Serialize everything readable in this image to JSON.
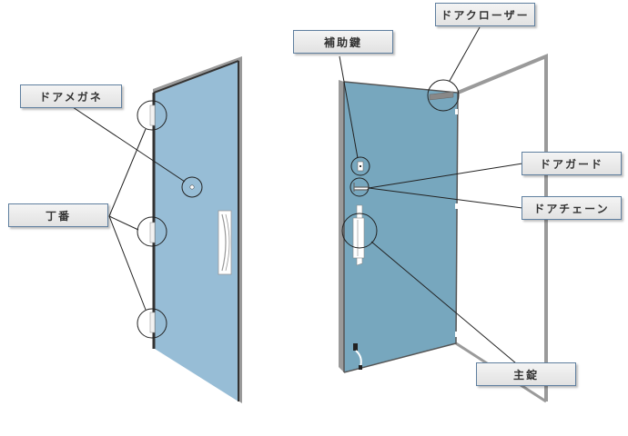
{
  "colors": {
    "door_blue_left": "#97bdd6",
    "door_blue_right": "#77a7be",
    "frame_gray": "#9a9a9a",
    "edge_dark": "#333333",
    "label_border": "#5f7f9f"
  },
  "labels": {
    "door_scope": "ドアメガネ",
    "hinge": "丁番",
    "auxiliary_lock": "補助鍵",
    "door_closer": "ドアクローザー",
    "door_guard": "ドアガード",
    "door_chain": "ドアチェーン",
    "main_lock": "主錠"
  }
}
